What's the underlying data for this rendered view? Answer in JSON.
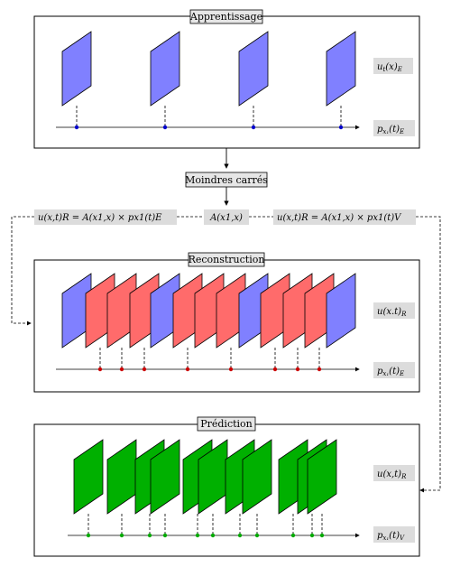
{
  "panels": {
    "apprentissage": {
      "title": "Apprentissage",
      "field_label": {
        "main": "u",
        "sub": "t",
        "rest": "(x)",
        "sub2": "E"
      },
      "axis_label": {
        "main": "p",
        "sub": "x₁",
        "rest": "(t)",
        "sub2": "E"
      }
    },
    "reconstruction": {
      "title": "Reconstruction",
      "field_label": {
        "main": "u(x.t)",
        "sub2": "R"
      },
      "axis_label": {
        "main": "p",
        "sub": "x₁",
        "rest": "(t)",
        "sub2": "E"
      }
    },
    "prediction": {
      "title": "Prédiction",
      "field_label": {
        "main": "u(x,t)",
        "sub2": "R"
      },
      "axis_label": {
        "main": "p",
        "sub": "x₁",
        "rest": "(t)",
        "sub2": "V"
      }
    }
  },
  "middle": {
    "moindres_carres": "Moindres carrés",
    "eq_left": "u(x,t)R = A(x1,x) × px1(t)E",
    "eq_center": "A(x1,x)",
    "eq_right": "u(x,t)R = A(x1,x) × px1(t)V"
  },
  "colors": {
    "blue_fill": "#8080ff",
    "red_fill": "#ff6b6b",
    "green_fill": "#00b000",
    "axis_dot_blue": "#0000cc",
    "axis_dot_red": "#cc0000",
    "axis_dot_green": "#00aa00",
    "label_bg": "#dcdcdc"
  }
}
